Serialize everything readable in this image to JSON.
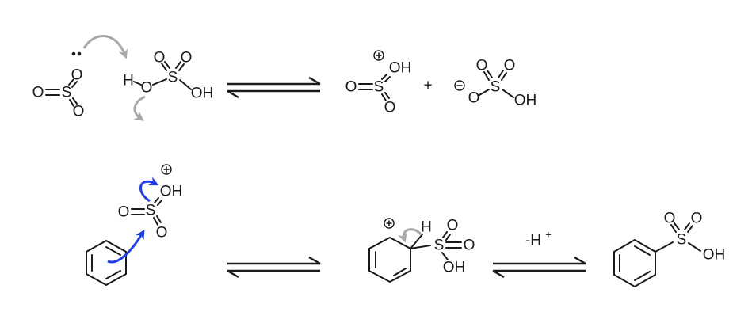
{
  "colors": {
    "ink": "#1a1a1a",
    "gray_arrow": "#a8a8a8",
    "blue_arrow": "#1f3df0",
    "background": "#ffffff"
  },
  "labels": {
    "O": "O",
    "S": "S",
    "OH": "OH",
    "H": "H",
    "plus": "+",
    "minus_h": "-H",
    "h_charge": "+"
  },
  "icons": {
    "positive_charge": "circled-plus",
    "negative_charge": "circled-minus",
    "lone_pair": "two-dots"
  }
}
